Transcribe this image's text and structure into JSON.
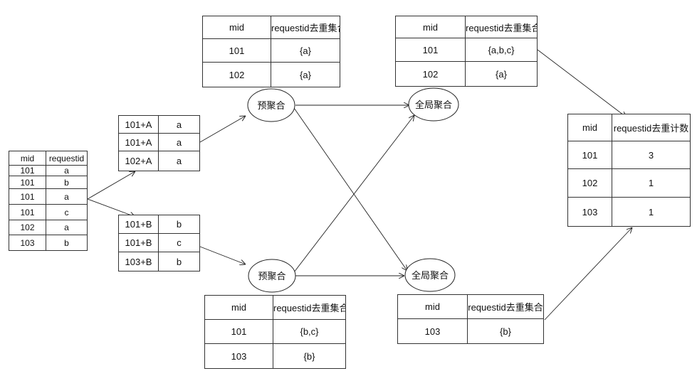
{
  "source_table": {
    "headers": [
      "mid",
      "requestid"
    ],
    "rows": [
      [
        "101",
        "a"
      ],
      [
        "101",
        "b"
      ],
      [
        "101",
        "a"
      ],
      [
        "101",
        "c"
      ],
      [
        "102",
        "a"
      ],
      [
        "103",
        "b"
      ]
    ]
  },
  "partition_a": {
    "rows": [
      [
        "101+A",
        "a"
      ],
      [
        "101+A",
        "a"
      ],
      [
        "102+A",
        "a"
      ]
    ]
  },
  "partition_b": {
    "rows": [
      [
        "101+B",
        "b"
      ],
      [
        "101+B",
        "c"
      ],
      [
        "103+B",
        "b"
      ]
    ]
  },
  "nodes": {
    "pre_agg_top": "预聚合",
    "pre_agg_bottom": "预聚合",
    "global_agg_top": "全局聚合",
    "global_agg_bottom": "全局聚合"
  },
  "pre_agg_top_table": {
    "headers": [
      "mid",
      "requestid去重集合"
    ],
    "rows": [
      [
        "101",
        "{a}"
      ],
      [
        "102",
        "{a}"
      ]
    ]
  },
  "pre_agg_bottom_table": {
    "headers": [
      "mid",
      "requestid去重集合"
    ],
    "rows": [
      [
        "101",
        "{b,c}"
      ],
      [
        "103",
        "{b}"
      ]
    ]
  },
  "global_agg_top_table": {
    "headers": [
      "mid",
      "requestid去重集合"
    ],
    "rows": [
      [
        "101",
        "{a,b,c}"
      ],
      [
        "102",
        "{a}"
      ]
    ]
  },
  "global_agg_bottom_table": {
    "headers": [
      "mid",
      "requestid去重集合"
    ],
    "rows": [
      [
        "103",
        "{b}"
      ]
    ]
  },
  "result_table": {
    "headers": [
      "mid",
      "requestid去重计数"
    ],
    "rows": [
      [
        "101",
        "3"
      ],
      [
        "102",
        "1"
      ],
      [
        "103",
        "1"
      ]
    ]
  }
}
